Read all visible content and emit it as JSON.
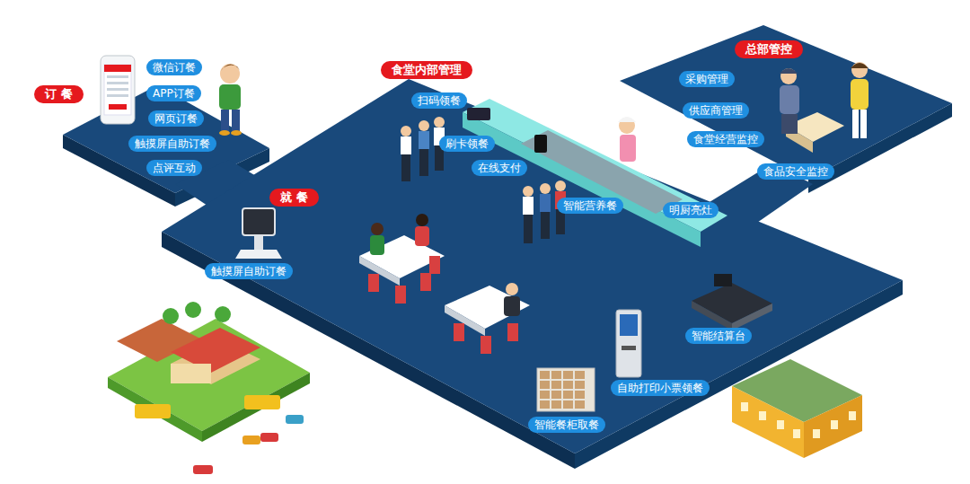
{
  "diagram": {
    "nodes": [
      {
        "text": [
          "订 餐"
        ]
      },
      {
        "text": [
          "微信订餐"
        ]
      },
      {
        "text": [
          "APP订餐"
        ]
      },
      {
        "text": [
          "网页订餐"
        ]
      },
      {
        "text": [
          "触摸屏自助订餐"
        ]
      },
      {
        "text": [
          "点评互动"
        ]
      },
      {
        "text": [
          "食堂内部管理"
        ]
      },
      {
        "text": [
          "扫码领餐"
        ]
      },
      {
        "text": [
          "刷卡领餐"
        ]
      },
      {
        "text": [
          "在线支付"
        ]
      },
      {
        "text": [
          "智能营养餐"
        ]
      },
      {
        "text": [
          "明厨亮灶"
        ]
      },
      {
        "text": [
          "总部管控"
        ]
      },
      {
        "text": [
          "采购管理"
        ]
      },
      {
        "text": [
          "供应商管理"
        ]
      },
      {
        "text": [
          "食堂经营监控"
        ]
      },
      {
        "text": [
          "食品安全监控"
        ]
      },
      {
        "text": [
          "就 餐"
        ]
      },
      {
        "text": [
          "触摸屏自助订餐"
        ]
      },
      {
        "text": [
          "智能结算台"
        ]
      },
      {
        "text": [
          "自助打印小票领餐"
        ]
      },
      {
        "text": [
          "智能餐柜取餐"
        ]
      }
    ]
  }
}
